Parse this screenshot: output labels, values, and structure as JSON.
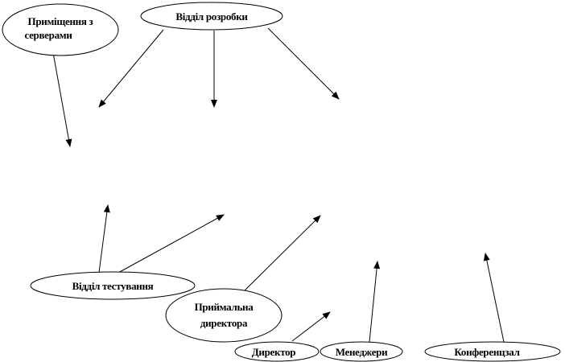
{
  "nodes": {
    "servers": {
      "line1": "Приміщення з",
      "line2": "серверами"
    },
    "dev": {
      "label": "Відділ розробки"
    },
    "testing": {
      "label": "Відділ тестування"
    },
    "reception": {
      "line1": "Приймальна",
      "line2": "директора"
    },
    "director": {
      "label": "Директор"
    },
    "managers": {
      "label": "Менеджери"
    },
    "conference": {
      "label": "Конференцзал"
    }
  }
}
